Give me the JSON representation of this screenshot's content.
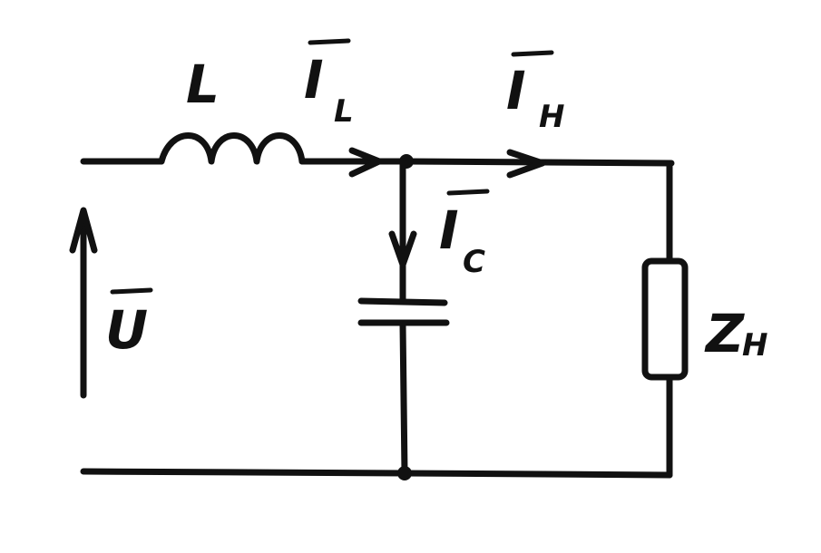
{
  "diagram": {
    "colors": {
      "ink": "#111111",
      "background": "#ffffff"
    },
    "labels": {
      "inductor": {
        "symbol": "L"
      },
      "current_inductor": {
        "symbol": "I",
        "subscript": "L"
      },
      "current_load": {
        "symbol": "I",
        "subscript": "H"
      },
      "current_capacitor": {
        "symbol": "I",
        "subscript": "C"
      },
      "voltage": {
        "symbol": "U"
      },
      "load_impedance": {
        "symbol": "Z",
        "subscript": "H"
      }
    }
  }
}
